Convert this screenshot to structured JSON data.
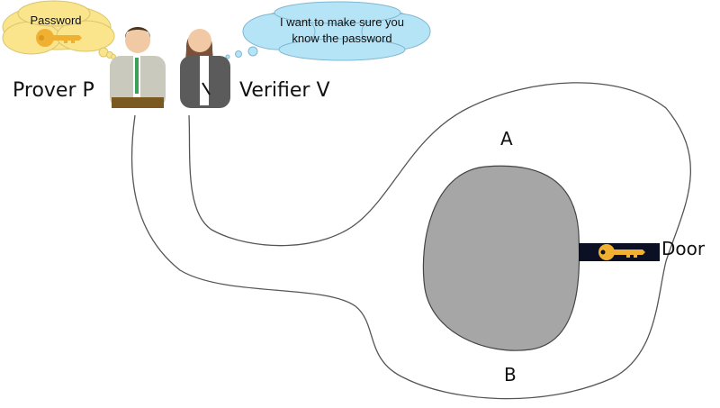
{
  "prover": {
    "label": "Prover P",
    "thought": "Password"
  },
  "verifier": {
    "label": "Verifier V",
    "thought": "I want to make sure you know the password"
  },
  "cave": {
    "path_a": "A",
    "path_b": "B",
    "door": "Door"
  },
  "colors": {
    "key": "#f0b032",
    "door": "#0b1024",
    "rock": "#a6a6a6",
    "prover_bubble": "#fae48c",
    "verifier_bubble": "#b6e4f7"
  }
}
